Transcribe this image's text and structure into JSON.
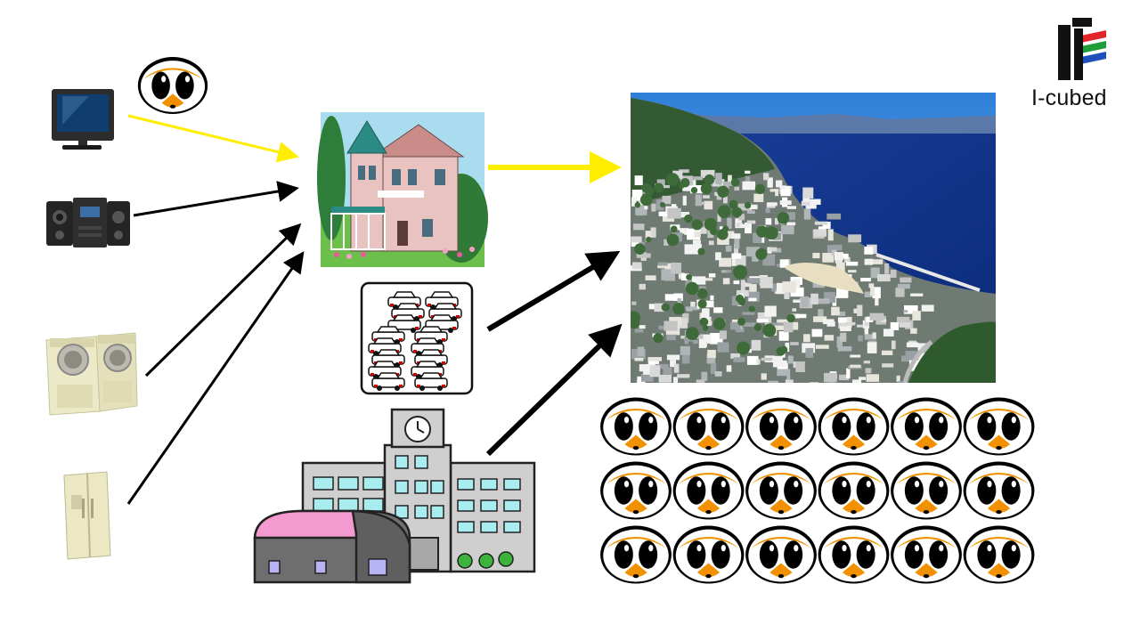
{
  "logo": {
    "text": "I-cubed",
    "colors": {
      "black": "#111111",
      "red": "#e0262b",
      "green": "#1e9e3a",
      "blue": "#1f4fb8"
    }
  },
  "diagram": {
    "sources": [
      {
        "icon": "television-icon",
        "arrow_color": "#ffee00"
      },
      {
        "icon": "stereo-system-icon",
        "arrow_color": "#000000"
      },
      {
        "icon": "washer-dryer-icon",
        "arrow_color": "#000000"
      },
      {
        "icon": "refrigerator-icon",
        "arrow_color": "#000000"
      }
    ],
    "hubs": [
      {
        "icon": "house-icon",
        "arrow_color": "#ffee00"
      },
      {
        "icon": "traffic-jam-icon",
        "arrow_color": "#000000"
      },
      {
        "icon": "school-building-icon",
        "arrow_color": "#000000"
      }
    ],
    "destination": {
      "icon": "coastal-city-photo"
    },
    "mascot": {
      "icon": "owl-mascot-icon",
      "colors": {
        "orange": "#f29100",
        "black": "#000000",
        "white": "#ffffff"
      }
    },
    "mascot_grid": {
      "rows": 3,
      "cols": 6
    }
  }
}
